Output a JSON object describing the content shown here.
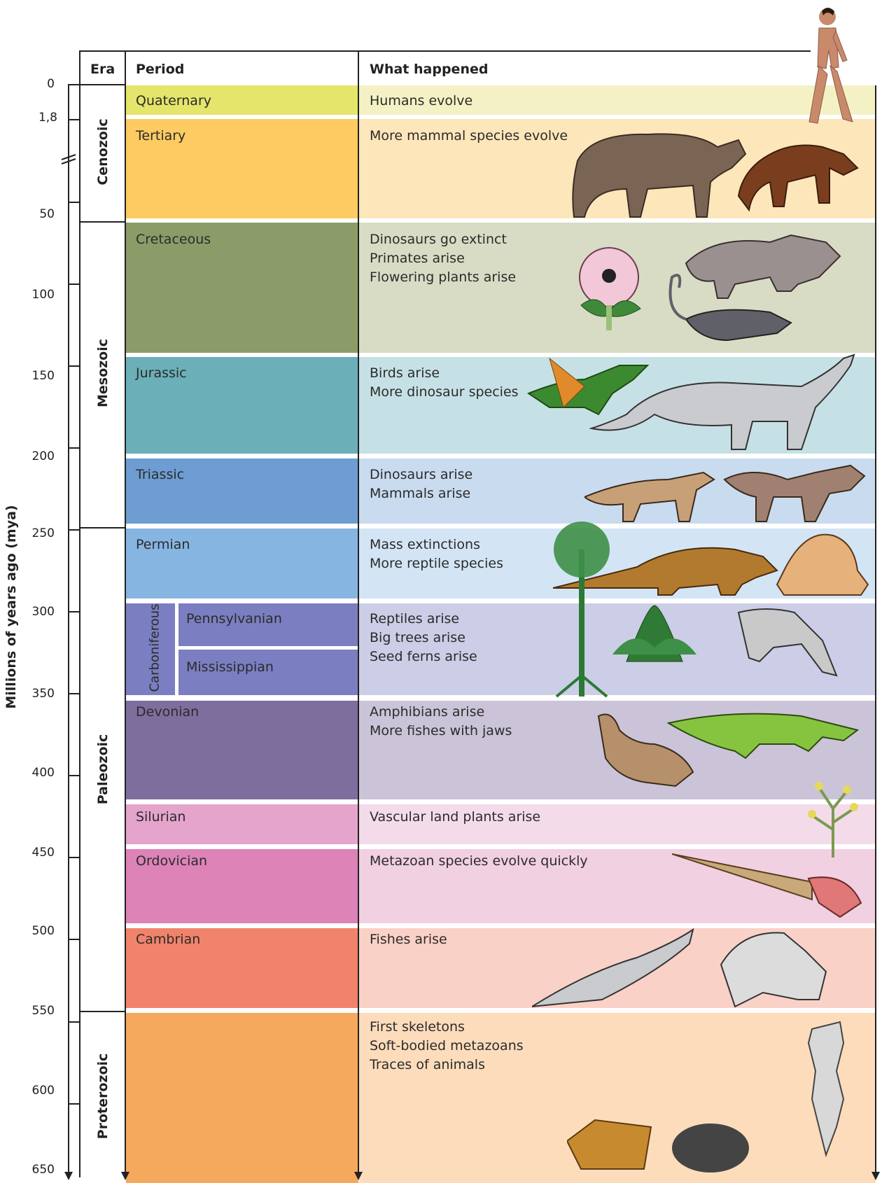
{
  "headers": {
    "era": "Era",
    "period": "Period",
    "events": "What happened"
  },
  "y_axis_label": "Millions of years ago (mya)",
  "ticks": [
    "0",
    "1,8",
    "50",
    "100",
    "150",
    "200",
    "250",
    "300",
    "350",
    "400",
    "450",
    "500",
    "550",
    "600",
    "650"
  ],
  "eras": [
    "Cenozoic",
    "Mesozoic",
    "Paleozoic",
    "Proterozoic"
  ],
  "periods": [
    {
      "name": "Quaternary",
      "color": "#e4e56a",
      "band": "#f4f2c4",
      "events": [
        "Humans evolve"
      ]
    },
    {
      "name": "Tertiary",
      "color": "#fdcb62",
      "band": "#fde6b9",
      "events": [
        "More mammal species evolve"
      ]
    },
    {
      "name": "Cretaceous",
      "color": "#8c9c68",
      "band": "#d8dcc4",
      "events": [
        "Dinosaurs go extinct",
        "Primates arise",
        "Flowering plants arise"
      ]
    },
    {
      "name": "Jurassic",
      "color": "#6bb0b8",
      "band": "#c6e1e5",
      "events": [
        "Birds arise",
        "More dinosaur species"
      ]
    },
    {
      "name": "Triassic",
      "color": "#6d9dd2",
      "band": "#c9dbef",
      "events": [
        "Dinosaurs arise",
        "Mammals arise"
      ]
    },
    {
      "name": "Permian",
      "color": "#87b5e2",
      "band": "#d3e5f5",
      "events": [
        "Mass extinctions",
        "More reptile species"
      ]
    },
    {
      "name": "Carboniferous",
      "color": "#7b7ec0",
      "band": "#cccde6",
      "events": [
        "Reptiles arise",
        "Big trees arise",
        "Seed ferns arise"
      ],
      "subperiods": [
        "Pennsylvanian",
        "Mississippian"
      ]
    },
    {
      "name": "Devonian",
      "color": "#7e6e9e",
      "band": "#cbc4d8",
      "events": [
        "Amphibians arise",
        "More fishes with jaws"
      ]
    },
    {
      "name": "Silurian",
      "color": "#e4a4cc",
      "band": "#f4dbea",
      "events": [
        "Vascular land plants arise"
      ]
    },
    {
      "name": "Ordovician",
      "color": "#dd83b7",
      "band": "#f1d0e2",
      "events": [
        "Metazoan species evolve quickly"
      ]
    },
    {
      "name": "Cambrian",
      "color": "#f1836c",
      "band": "#fad1c7",
      "events": [
        "Fishes arise"
      ]
    },
    {
      "name": "",
      "color": "#f5a95d",
      "band": "#fddcbc",
      "events": [
        "First skeletons",
        "Soft-bodied metazoans",
        "Traces of animals"
      ]
    }
  ],
  "illustrations": [
    "human-figure",
    "mammal-illustrations",
    "dinosaur-flower-illustrations",
    "bird-dinosaur-illustrations",
    "triassic-reptile-illustrations",
    "permian-reptile-illustrations",
    "fern-tree-illustrations",
    "fish-amphibian-illustrations",
    "land-plant-illustration",
    "nautiloid-illustration",
    "cambrian-animal-illustrations",
    "ediacaran-fossil-illustrations"
  ]
}
